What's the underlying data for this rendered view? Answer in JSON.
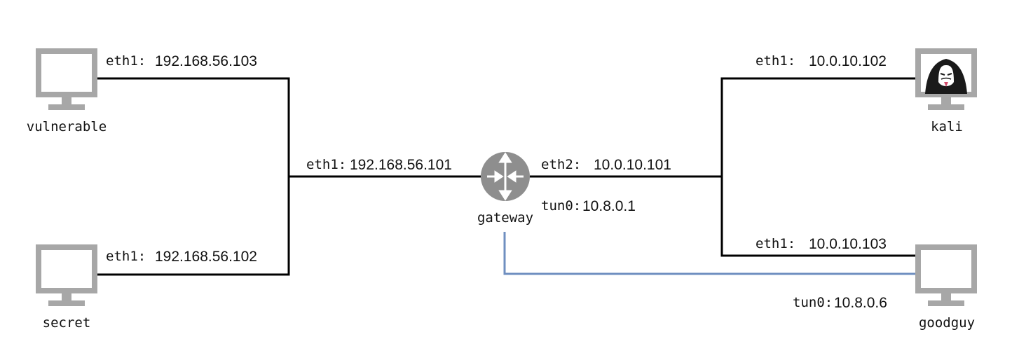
{
  "colors": {
    "link": "#000000",
    "vpn_link": "#6f8fc0",
    "monitor": "#a7a7a7",
    "router": "#8e8e8e"
  },
  "nodes": {
    "vulnerable": {
      "label": "vulnerable",
      "iface": "eth1:",
      "ip": "192.168.56.103",
      "icon": "monitor-icon"
    },
    "secret": {
      "label": "secret",
      "iface": "eth1:",
      "ip": "192.168.56.102",
      "icon": "monitor-icon"
    },
    "gateway": {
      "label": "gateway",
      "icon": "router-icon",
      "eth1": {
        "iface": "eth1:",
        "ip": "192.168.56.101"
      },
      "eth2": {
        "iface": "eth2:",
        "ip": "10.0.10.101"
      },
      "tun0": {
        "iface": "tun0:",
        "ip": "10.8.0.1"
      }
    },
    "kali": {
      "label": "kali",
      "iface": "eth1:",
      "ip": "10.0.10.102",
      "icon": "hacker-monitor-icon"
    },
    "goodguy": {
      "label": "goodguy",
      "icon": "monitor-icon",
      "eth1": {
        "iface": "eth1:",
        "ip": "10.0.10.103"
      },
      "tun0": {
        "iface": "tun0:",
        "ip": "10.8.0.6"
      }
    }
  }
}
